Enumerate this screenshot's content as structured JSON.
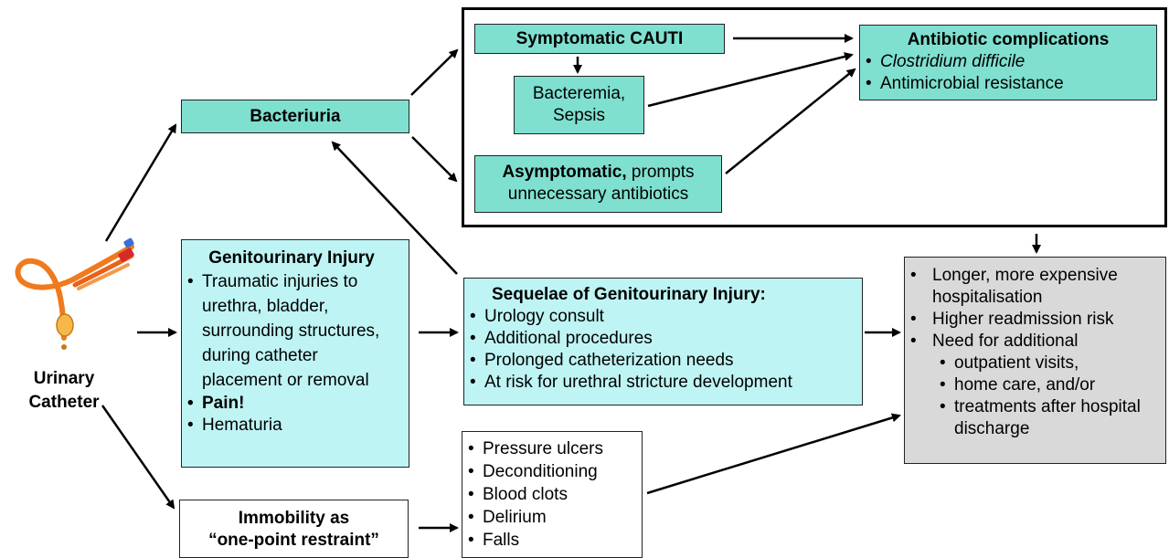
{
  "catheter": {
    "label_line1": "Urinary",
    "label_line2": "Catheter"
  },
  "bacteriuria": {
    "title": "Bacteriuria"
  },
  "symptomatic": {
    "title": "Symptomatic CAUTI"
  },
  "bacteremia": {
    "line1": "Bacteremia,",
    "line2": "Sepsis"
  },
  "asymptomatic": {
    "bold": "Asymptomatic,",
    "rest1": " prompts",
    "line2": "unnecessary antibiotics"
  },
  "antibiotic": {
    "title": "Antibiotic complications",
    "items": [
      "Clostridium difficile",
      "Antimicrobial resistance"
    ]
  },
  "gu_injury": {
    "title": "Genitourinary Injury",
    "items": [
      "Traumatic injuries to urethra, bladder, surrounding structures, during catheter placement or removal",
      "Pain!",
      "Hematuria"
    ]
  },
  "sequelae": {
    "title": "Sequelae of Genitourinary Injury:",
    "items": [
      "Urology consult",
      "Additional procedures",
      "Prolonged catheterization needs",
      "At risk for urethral stricture development"
    ]
  },
  "immobility": {
    "line1": "Immobility as",
    "line2": "“one-point restraint”"
  },
  "immobility_effects": {
    "items": [
      "Pressure ulcers",
      "Deconditioning",
      "Blood clots",
      "Delirium",
      "Falls"
    ]
  },
  "outcomes": {
    "items": [
      "Longer, more expensive hospitalisation",
      "Higher readmission risk",
      "Need for additional"
    ],
    "subitems": [
      "outpatient visits,",
      "home care, and/or",
      "treatments after hospital discharge"
    ]
  },
  "colors": {
    "teal": "#7fe0d0",
    "light_cyan": "#bff4f4",
    "grey": "#d9d9d9",
    "catheter_orange": "#f07a1e"
  }
}
